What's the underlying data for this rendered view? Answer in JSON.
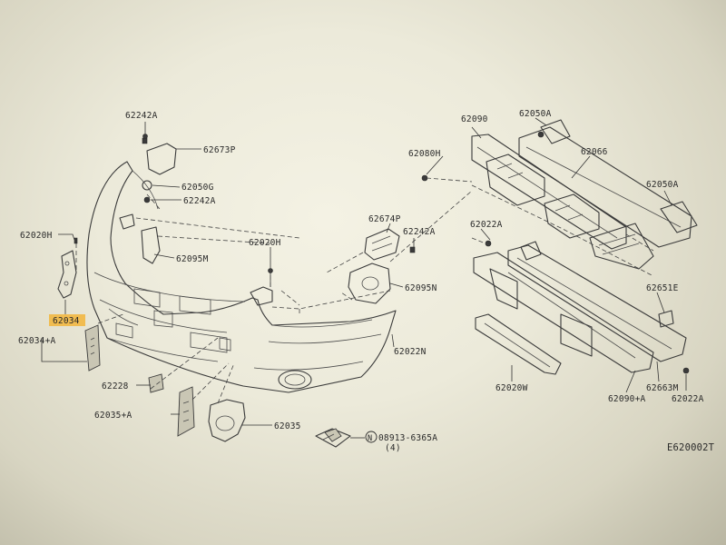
{
  "parts": [
    {
      "label": "62242A"
    },
    {
      "label": "62673P"
    },
    {
      "label": "62050G"
    },
    {
      "label": "62242A"
    },
    {
      "label": "62020H"
    },
    {
      "label": "62095M"
    },
    {
      "label": "62020H"
    },
    {
      "label": "62034"
    },
    {
      "label": "62034+A"
    },
    {
      "label": "62228"
    },
    {
      "label": "62035+A"
    },
    {
      "label": "62035"
    },
    {
      "label": "62674P"
    },
    {
      "label": "62242A"
    },
    {
      "label": "62095N"
    },
    {
      "label": "62022N"
    },
    {
      "label": "62090"
    },
    {
      "label": "62050A"
    },
    {
      "label": "62080H"
    },
    {
      "label": "62066"
    },
    {
      "label": "62050A"
    },
    {
      "label": "62022A"
    },
    {
      "label": "62651E"
    },
    {
      "label": "62020W"
    },
    {
      "label": "62090+A"
    },
    {
      "label": "62663M"
    },
    {
      "label": "62022A"
    }
  ],
  "fastener": {
    "code": "08913-6365A",
    "symbol": "N",
    "qty": "(4)"
  },
  "diagram_id": "E620002T",
  "colors": {
    "paper": "#eceada",
    "ink": "#3a3a3a",
    "highlight": "#f2b53a"
  }
}
